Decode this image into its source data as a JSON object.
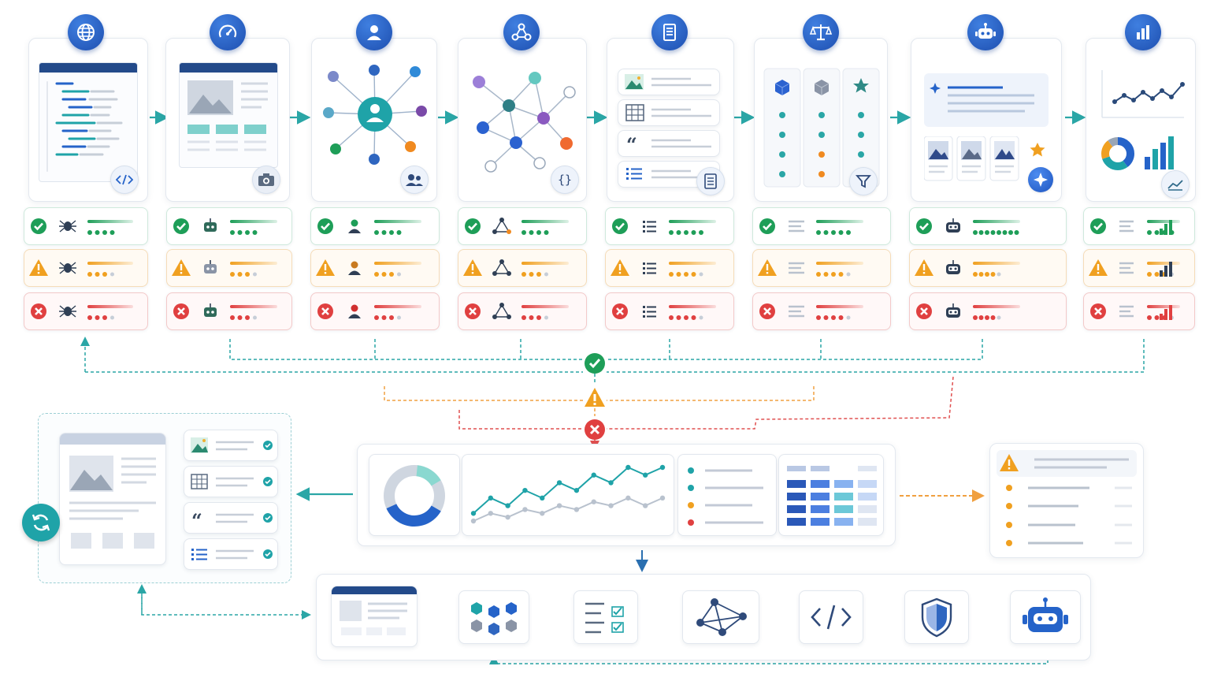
{
  "pipeline": {
    "stages": [
      {
        "id": "crawl",
        "icon": "globe-icon",
        "badge": "code-icon",
        "status_icon": "spider-icon"
      },
      {
        "id": "render",
        "icon": "gauge-icon",
        "badge": "camera-icon",
        "status_icon": "robot-icon"
      },
      {
        "id": "entities",
        "icon": "user-icon",
        "badge": "users-icon",
        "status_icon": "person-icon"
      },
      {
        "id": "graph",
        "icon": "network-icon",
        "badge": "braces-icon",
        "status_icon": "triangle-nodes-icon"
      },
      {
        "id": "content",
        "icon": "document-icon",
        "badge": "document-icon",
        "status_icon": "list-icon"
      },
      {
        "id": "compare",
        "icon": "scale-icon",
        "badge": "filter-icon",
        "status_icon": "lines-icon"
      },
      {
        "id": "ai",
        "icon": "bot-icon",
        "badge": "sparkle-icon",
        "status_icon": "bot-icon"
      },
      {
        "id": "analytics",
        "icon": "bar-chart-icon",
        "badge": "trend-icon",
        "status_icon": "bars-icon"
      }
    ],
    "status_levels": [
      "success",
      "warning",
      "error"
    ]
  },
  "colors": {
    "accent_blue": "#2563c9",
    "teal": "#1fa3a8",
    "success": "#1e9e58",
    "warning": "#f0a020",
    "error": "#e04040",
    "dashed_teal": "#2aa6a6",
    "dashed_orange": "#f0a040",
    "dashed_red": "#e05050"
  },
  "dashboard": {
    "legend_dot_colors": [
      "#1fa3a8",
      "#1fa3a8",
      "#f0a020",
      "#e04040"
    ]
  },
  "bottom_flow": {
    "steps": [
      "browser-icon",
      "cubes-icon",
      "checklist-icon",
      "network-icon",
      "code-icon",
      "shield-icon",
      "robot-icon"
    ]
  },
  "chart_data": {
    "type": "line",
    "series": [
      {
        "values": [
          2,
          4,
          3,
          5,
          4,
          6,
          5,
          7,
          6,
          8,
          7,
          8
        ]
      },
      {
        "values": [
          1,
          2,
          1.5,
          2.5,
          2,
          3,
          2.5,
          3.5,
          3,
          4,
          3,
          4
        ]
      }
    ]
  }
}
